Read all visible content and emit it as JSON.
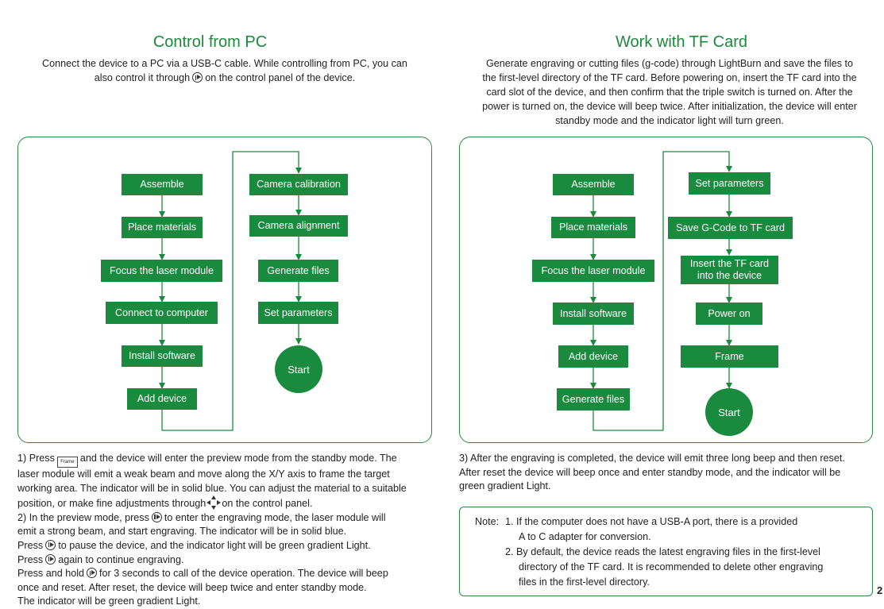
{
  "left": {
    "title": "Control from PC",
    "intro_line1": "Connect the device to a PC via a USB-C cable. While controlling from PC, you can",
    "intro_line2a": "also control it through",
    "intro_line2b": "on the control panel of the device.",
    "flow": {
      "col1": [
        "Assemble",
        "Place materials",
        "Focus the laser module",
        "Connect to computer",
        "Install software",
        "Add device"
      ],
      "col2": [
        "Camera calibration",
        "Camera alignment",
        "Generate files",
        "Set parameters"
      ],
      "start": "Start"
    },
    "body": {
      "l1a": "1) Press",
      "frame_icon_text": "Frame",
      "l1b": "and the device will enter the preview mode from the standby mode. The",
      "l2": "laser module will emit a weak beam and move along the X/Y axis to frame the target",
      "l3": "working area. The indicator will be in solid blue. You can adjust the material to a suitable",
      "l4a": "position, or make fine adjustments through",
      "l4b": "on the control panel.",
      "l5a": "2) In the preview mode, press",
      "l5b": "to enter the engraving mode, the laser module will",
      "l6": "emit a strong beam, and start engraving. The indicator will be in solid blue.",
      "l7a": "Press",
      "l7b": "to pause the device, and the indicator light will be green gradient Light.",
      "l8a": "Press",
      "l8b": "again to continue engraving.",
      "l9a": "Press and hold",
      "l9b": "for 3 seconds to call of the device operation. The device will beep",
      "l10": "once and reset. After reset, the device will beep twice and enter standby mode.",
      "l11": "The indicator will be green gradient Light."
    }
  },
  "right": {
    "title": "Work with TF Card",
    "intro": [
      "Generate engraving or cutting files (g-code) through LightBurn and save the files to",
      "the first-level directory of the TF card. Before powering on, insert the TF card into the",
      "card slot of the device, and then confirm that the triple switch is turned on. After the",
      "power is turned on, the device will beep twice. After initialization, the device will enter",
      "standby mode and the indicator light will turn green."
    ],
    "flow": {
      "col1": [
        "Assemble",
        "Place materials",
        "Focus the laser module",
        "Install software",
        "Add device",
        "Generate files"
      ],
      "col2": [
        "Set parameters",
        "Save G-Code to TF card",
        "Insert the TF card into the device",
        "Power on",
        "Frame"
      ],
      "start": "Start"
    },
    "body": [
      "3) After the engraving is completed, the device will emit three long beep and then reset.",
      "After reset the device will beep once and enter standby mode, and the indicator will be",
      "green gradient Light."
    ],
    "note": {
      "label": "Note:",
      "n1a": "1. If the computer does not have a USB-A port, there is a provided",
      "n1b": "A to C adapter for conversion.",
      "n2a": "2. By default, the device reads the latest engraving files in the first-level",
      "n2b": "directory of the TF card. It is recommended to delete other engraving",
      "n2c": "files in the first-level directory."
    }
  },
  "page_number": "2",
  "colors": {
    "brand_green": "#1a8b3e",
    "title_green": "#1b8a3a",
    "text": "#222222"
  },
  "icons": [
    "play-pause-icon",
    "frame-button-icon",
    "direction-arrows-icon"
  ]
}
